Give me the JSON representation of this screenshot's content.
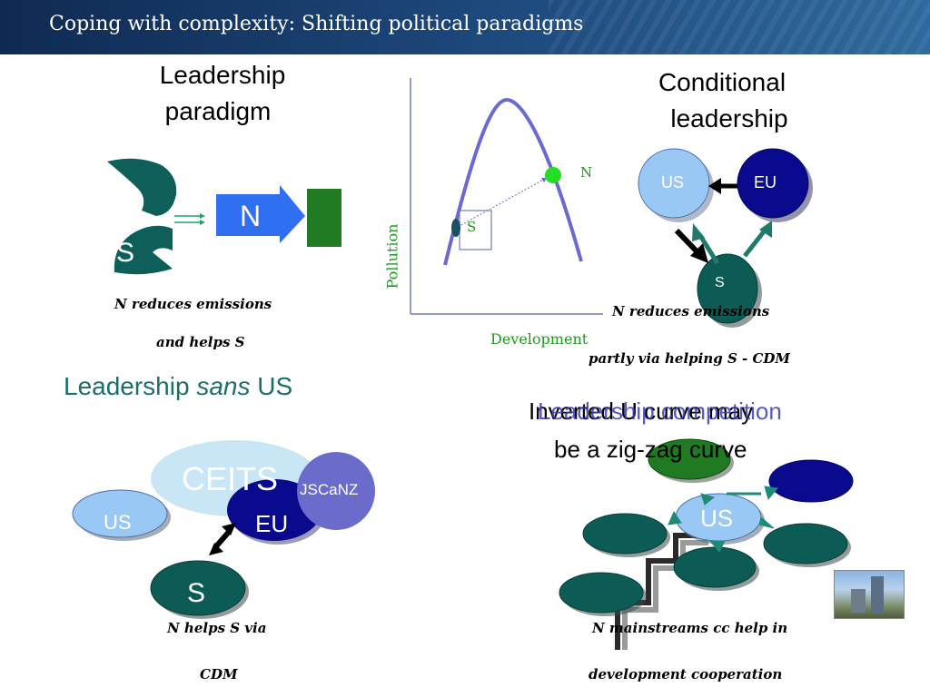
{
  "header": {
    "title": "Coping with complexity: Shifting political paradigms"
  },
  "panel1": {
    "title_line1": "Leadership",
    "title_line2": "paradigm",
    "s_label": "S",
    "n_label": "N",
    "caption_line1": "N reduces emissions",
    "caption_line2": "and helps S",
    "colors": {
      "pacman": "#0e5f5a",
      "n_arrow": "#2f6ff0",
      "green_block": "#1f7a22"
    }
  },
  "panel2": {
    "n_label": "N",
    "s_label": "S",
    "ylabel": "Pollution",
    "xlabel": "Development",
    "colors": {
      "curve": "#6a6ad0",
      "n_point": "#22dd22",
      "axis_label": "#1b9b1b"
    }
  },
  "panel3": {
    "title_line1": "Conditional",
    "title_line2": "leadership",
    "us_label": "US",
    "eu_label": "EU",
    "s_label": "S",
    "caption_line1": "N reduces emissions",
    "caption_line2": "partly via helping S - CDM"
  },
  "panel4": {
    "title_prefix": "Leadership ",
    "title_italic": "sans",
    "title_suffix": " US",
    "ceits_label": "CEITS",
    "eu_label": "EU",
    "jscanz_label": "JSCaNZ",
    "us_label": "US",
    "s_label": "S",
    "caption_line1": "N helps S via",
    "caption_line2": "CDM"
  },
  "panel5": {
    "overlay_line1": "Inverted U curve may",
    "overlay_line2": "be a zig-zag curve",
    "title": "Leadership competition",
    "us_label": "US",
    "caption_line1": "N mainstreams cc help in",
    "caption_line2": "development cooperation"
  }
}
